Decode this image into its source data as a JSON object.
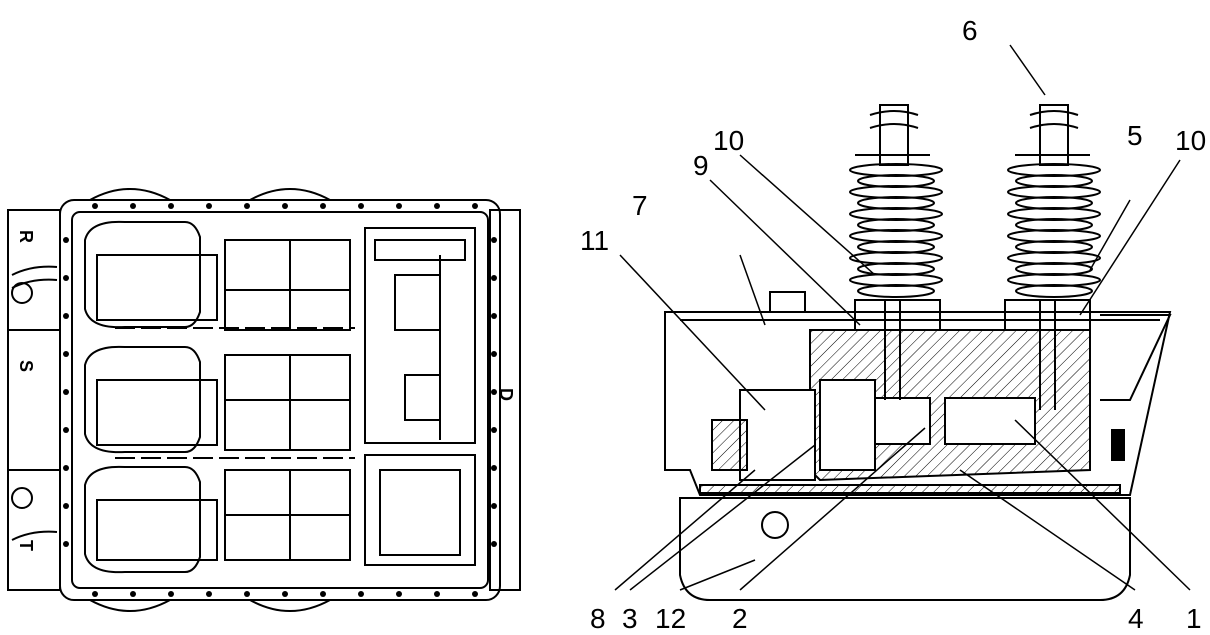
{
  "top_view": {
    "phase_labels": [
      "R",
      "S",
      "T"
    ],
    "side_mark": "D"
  },
  "side_view": {
    "callouts": [
      "1",
      "2",
      "3",
      "4",
      "5",
      "6",
      "7",
      "8",
      "9",
      "10",
      "10",
      "11",
      "12"
    ]
  },
  "colors": {
    "ink": "#000000",
    "paper": "#ffffff",
    "hatch": "#000000"
  }
}
